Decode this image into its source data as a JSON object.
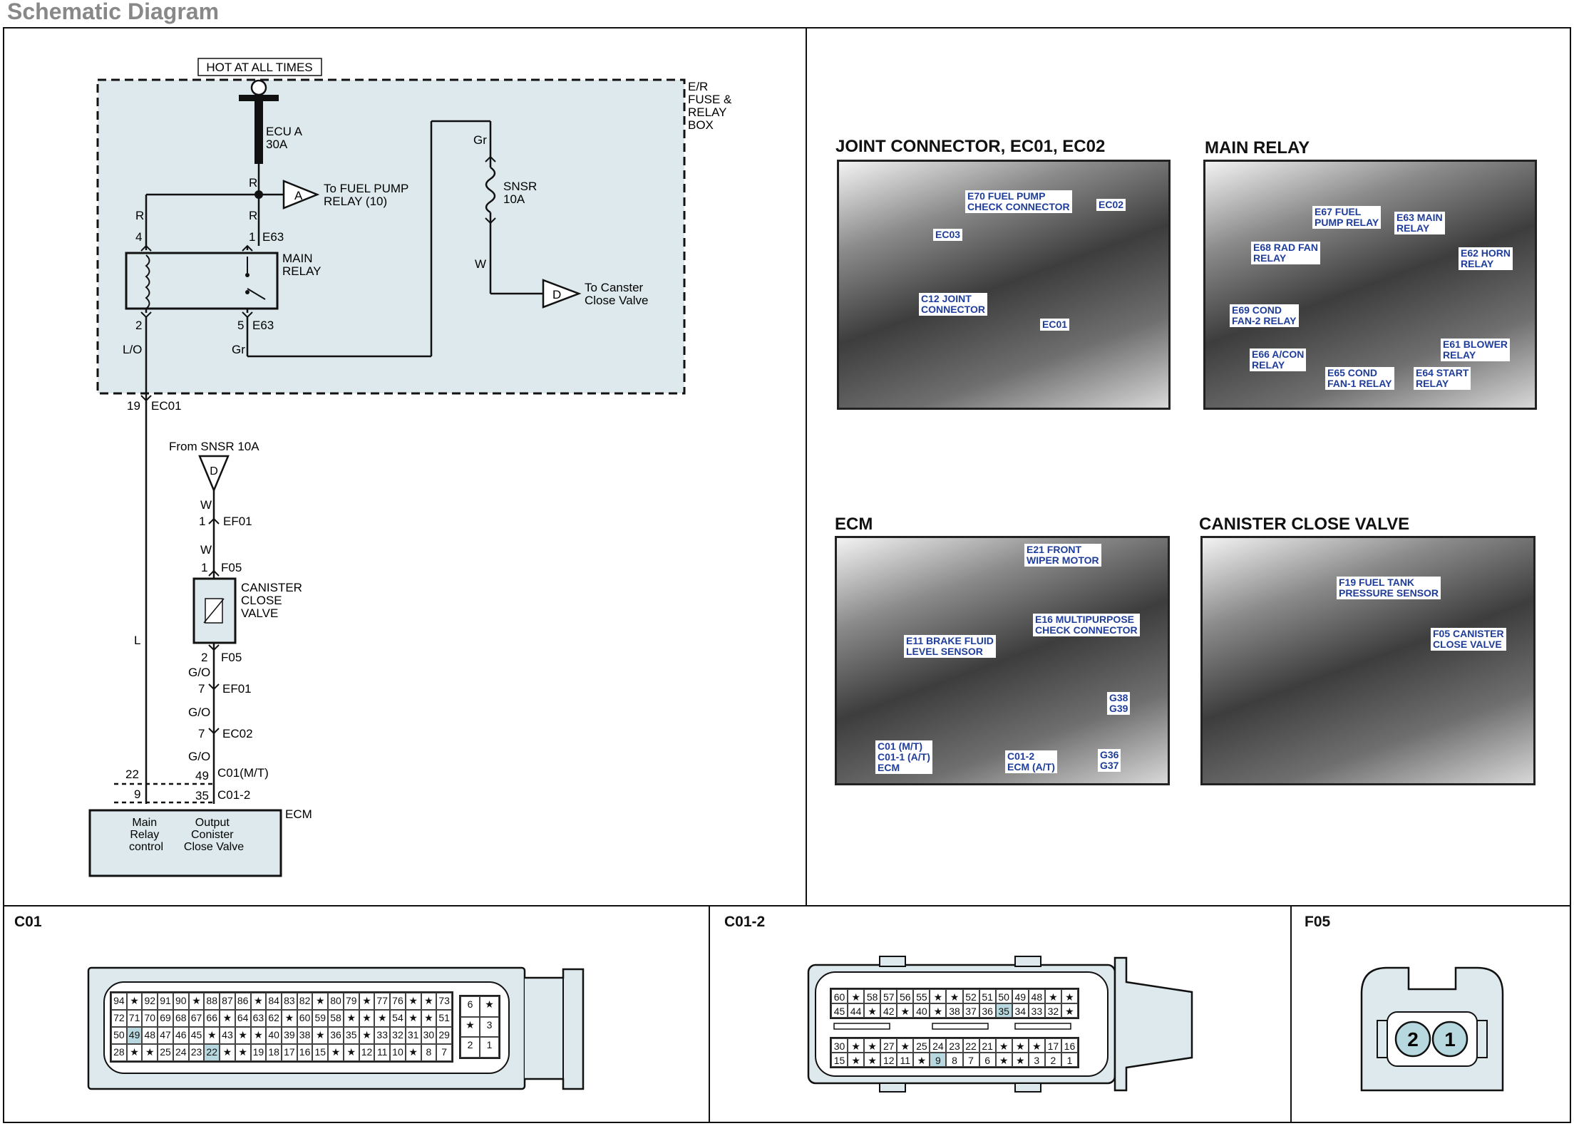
{
  "page": {
    "title": "Schematic Diagram"
  },
  "schematic": {
    "hot_label": "HOT AT ALL TIMES",
    "box_label": "E/R\nFUSE &\nRELAY\nBOX",
    "fuse_ecu": "ECU A\n30A",
    "fuse_snsr": "SNSR\n10A",
    "to_fuel_pump": "To FUEL PUMP\nRELAY (10)",
    "to_canister": "To Canster\nClose Valve",
    "relay_label": "MAIN\nRELAY",
    "canister_label": "CANISTER\nCLOSE\nVALVE",
    "from_snsr": "From SNSR 10A",
    "ecm_label": "ECM",
    "ecm_main": "Main\nRelay\ncontrol",
    "ecm_output": "Output\nConister\nClose Valve",
    "connector_A": "A",
    "connector_D": "D",
    "texts": [
      {
        "id": "t-R1",
        "v": "R"
      },
      {
        "id": "t-R2",
        "v": "R"
      },
      {
        "id": "t-R3",
        "v": "R"
      },
      {
        "id": "t-4",
        "v": "4"
      },
      {
        "id": "t-1",
        "v": "1"
      },
      {
        "id": "t-e63a",
        "v": "E63"
      },
      {
        "id": "t-2",
        "v": "2"
      },
      {
        "id": "t-5",
        "v": "5"
      },
      {
        "id": "t-e63b",
        "v": "E63"
      },
      {
        "id": "t-lo",
        "v": "L/O"
      },
      {
        "id": "t-gr1",
        "v": "Gr"
      },
      {
        "id": "t-gr2",
        "v": "Gr"
      },
      {
        "id": "t-w1",
        "v": "W"
      },
      {
        "id": "t-19",
        "v": "19"
      },
      {
        "id": "t-ec01",
        "v": "EC01"
      },
      {
        "id": "t-w2",
        "v": "W"
      },
      {
        "id": "t-p1a",
        "v": "1"
      },
      {
        "id": "t-ef01a",
        "v": "EF01"
      },
      {
        "id": "t-w3",
        "v": "W"
      },
      {
        "id": "t-p1b",
        "v": "1"
      },
      {
        "id": "t-f05a",
        "v": "F05"
      },
      {
        "id": "t-l",
        "v": "L"
      },
      {
        "id": "t-p2",
        "v": "2"
      },
      {
        "id": "t-f05b",
        "v": "F05"
      },
      {
        "id": "t-go1",
        "v": "G/O"
      },
      {
        "id": "t-p7a",
        "v": "7"
      },
      {
        "id": "t-ef01b",
        "v": "EF01"
      },
      {
        "id": "t-go2",
        "v": "G/O"
      },
      {
        "id": "t-p7b",
        "v": "7"
      },
      {
        "id": "t-ec02",
        "v": "EC02"
      },
      {
        "id": "t-go3",
        "v": "G/O"
      },
      {
        "id": "t-22",
        "v": "22"
      },
      {
        "id": "t-49",
        "v": "49"
      },
      {
        "id": "t-c01mt",
        "v": "C01(M/T)"
      },
      {
        "id": "t-9",
        "v": "9"
      },
      {
        "id": "t-35",
        "v": "35"
      },
      {
        "id": "t-c012",
        "v": "C01-2"
      }
    ]
  },
  "photos": [
    {
      "title": "JOINT CONNECTOR, EC01, EC02",
      "labels": [
        "E70 FUEL PUMP\nCHECK CONNECTOR",
        "EC02",
        "EC03",
        "C12 JOINT\nCONNECTOR",
        "EC01"
      ]
    },
    {
      "title": "MAIN RELAY",
      "labels": [
        "E67 FUEL\nPUMP RELAY",
        "E63 MAIN\nRELAY",
        "E68 RAD FAN\nRELAY",
        "E62 HORN\nRELAY",
        "E69 COND\nFAN-2 RELAY",
        "E61 BLOWER\nRELAY",
        "E66 A/CON\nRELAY",
        "E65 COND\nFAN-1 RELAY",
        "E64 START\nRELAY"
      ]
    },
    {
      "title": "ECM",
      "labels": [
        "E21 FRONT\nWIPER MOTOR",
        "E16 MULTIPURPOSE\nCHECK CONNECTOR",
        "E11 BRAKE FLUID\nLEVEL SENSOR",
        "G38\nG39",
        "C01 (M/T)\nC01-1 (A/T)\nECM",
        "C01-2\nECM (A/T)",
        "G36\nG37"
      ]
    },
    {
      "title": "CANISTER CLOSE VALVE",
      "labels": [
        "F19 FUEL TANK\nPRESSURE SENSOR",
        "F05 CANISTER\nCLOSE VALVE"
      ]
    }
  ],
  "connectors": {
    "c01": {
      "title": "C01",
      "rows": [
        [
          "94",
          "★",
          "92",
          "91",
          "90",
          "★",
          "88",
          "87",
          "86",
          "★",
          "84",
          "83",
          "82",
          "★",
          "80",
          "79",
          "★",
          "77",
          "76",
          "★",
          "★",
          "73"
        ],
        [
          "72",
          "71",
          "70",
          "69",
          "68",
          "67",
          "66",
          "★",
          "64",
          "63",
          "62",
          "★",
          "60",
          "59",
          "58",
          "★",
          "★",
          "★",
          "54",
          "★",
          "★",
          "51"
        ],
        [
          "50",
          "49",
          "48",
          "47",
          "46",
          "45",
          "★",
          "43",
          "★",
          "★",
          "40",
          "39",
          "38",
          "★",
          "36",
          "35",
          "★",
          "33",
          "32",
          "31",
          "30",
          "29"
        ],
        [
          "28",
          "★",
          "★",
          "25",
          "24",
          "23",
          "22",
          "★",
          "★",
          "19",
          "18",
          "17",
          "16",
          "15",
          "★",
          "★",
          "12",
          "11",
          "10",
          "★",
          "8",
          "7"
        ]
      ],
      "highlight": [
        "49",
        "22"
      ],
      "side": [
        [
          "6",
          "★"
        ],
        [
          "★",
          "3"
        ],
        [
          "2",
          "1"
        ]
      ]
    },
    "c012": {
      "title": "C01-2",
      "rows": [
        [
          "60",
          "★",
          "58",
          "57",
          "56",
          "55",
          "★",
          "★",
          "52",
          "51",
          "50",
          "49",
          "48",
          "★",
          "★"
        ],
        [
          "45",
          "44",
          "★",
          "42",
          "★",
          "40",
          "★",
          "38",
          "37",
          "36",
          "35",
          "34",
          "33",
          "32",
          "★"
        ],
        [
          "30",
          "★",
          "★",
          "27",
          "★",
          "25",
          "24",
          "23",
          "22",
          "21",
          "★",
          "★",
          "★",
          "17",
          "16"
        ],
        [
          "15",
          "★",
          "★",
          "12",
          "11",
          "★",
          "9",
          "8",
          "7",
          "6",
          "★",
          "★",
          "3",
          "2",
          "1"
        ]
      ],
      "highlight": [
        "35",
        "9"
      ]
    },
    "f05": {
      "title": "F05",
      "pins": [
        "2",
        "1"
      ]
    }
  }
}
